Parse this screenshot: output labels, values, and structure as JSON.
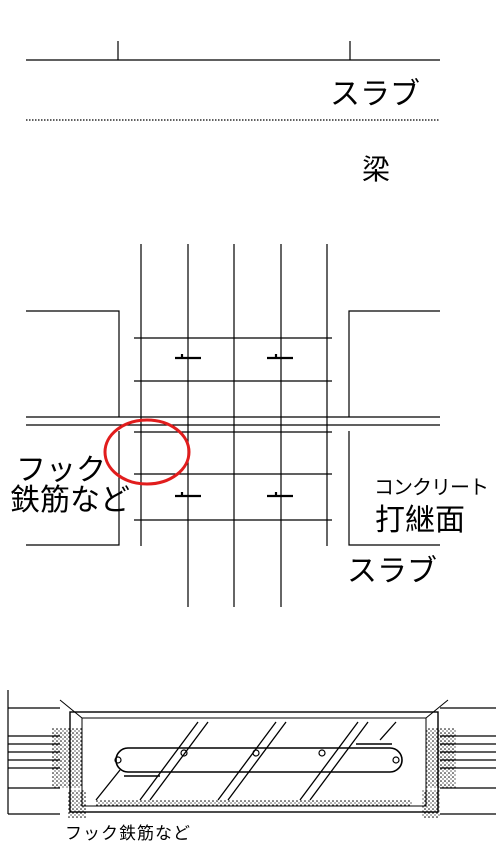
{
  "labels": {
    "slab_top": "スラブ",
    "beam": "梁",
    "hook_line1": "フック",
    "hook_line2": "鉄筋など",
    "concrete": "コンクリート",
    "joint_surface": "打継面",
    "slab_bottom": "スラブ",
    "section_caption": "フック鉄筋など"
  },
  "colors": {
    "line": "#000000",
    "highlight": "#e11d1d",
    "hatch": "#000000"
  }
}
